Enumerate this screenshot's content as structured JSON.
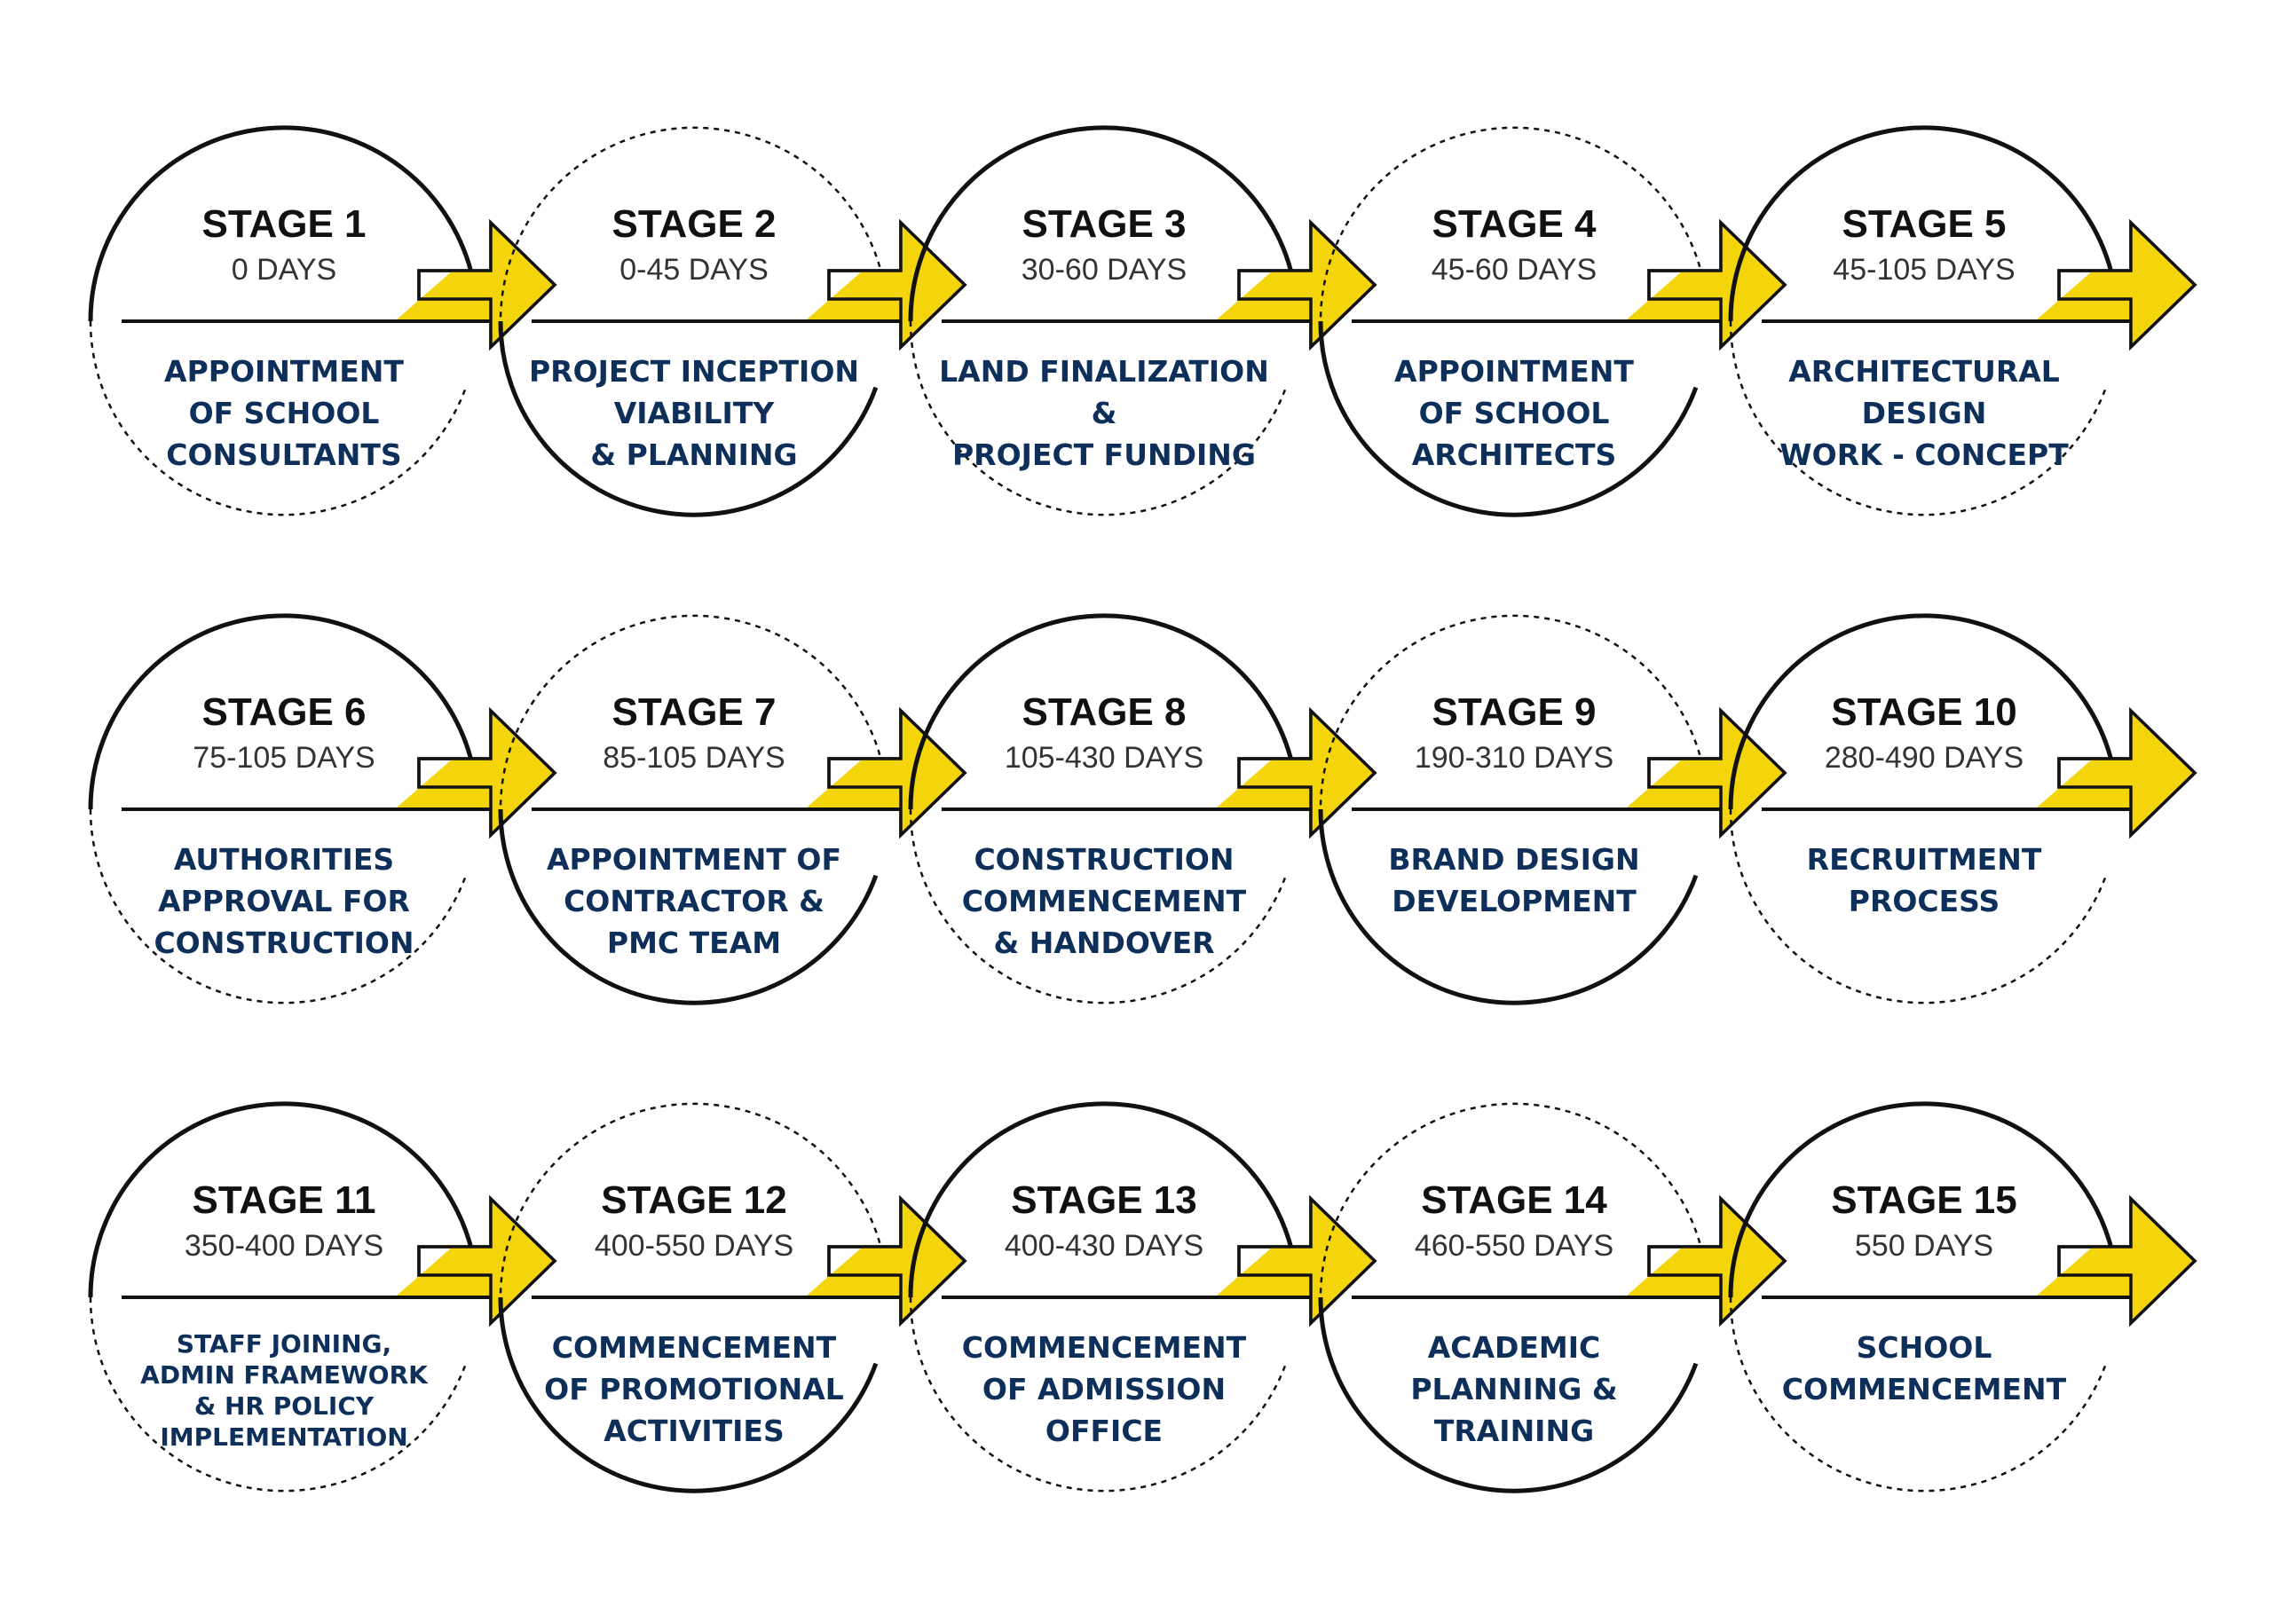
{
  "colors": {
    "ink": "#111111",
    "accent": "#f4d40b",
    "description": "#0d2f5a"
  },
  "stages": [
    {
      "title": "STAGE 1",
      "days": "0 DAYS",
      "description": [
        "APPOINTMENT",
        "OF SCHOOL",
        "CONSULTANTS"
      ]
    },
    {
      "title": "STAGE 2",
      "days": "0-45 DAYS",
      "description": [
        "PROJECT INCEPTION",
        "VIABILITY",
        "& PLANNING"
      ]
    },
    {
      "title": "STAGE 3",
      "days": "30-60 DAYS",
      "description": [
        "LAND FINALIZATION",
        "&",
        "PROJECT FUNDING"
      ]
    },
    {
      "title": "STAGE 4",
      "days": "45-60 DAYS",
      "description": [
        "APPOINTMENT",
        "OF SCHOOL",
        "ARCHITECTS"
      ]
    },
    {
      "title": "STAGE 5",
      "days": "45-105 DAYS",
      "description": [
        "ARCHITECTURAL",
        "DESIGN",
        "WORK - CONCEPT"
      ]
    },
    {
      "title": "STAGE 6",
      "days": "75-105 DAYS",
      "description": [
        "AUTHORITIES",
        "APPROVAL FOR",
        "CONSTRUCTION"
      ]
    },
    {
      "title": "STAGE 7",
      "days": "85-105 DAYS",
      "description": [
        "APPOINTMENT OF",
        "CONTRACTOR &",
        "PMC TEAM"
      ]
    },
    {
      "title": "STAGE 8",
      "days": "105-430 DAYS",
      "description": [
        "CONSTRUCTION",
        "COMMENCEMENT",
        "& HANDOVER"
      ]
    },
    {
      "title": "STAGE 9",
      "days": "190-310 DAYS",
      "description": [
        "BRAND DESIGN",
        "DEVELOPMENT"
      ]
    },
    {
      "title": "STAGE 10",
      "days": "280-490 DAYS",
      "description": [
        "RECRUITMENT",
        "PROCESS"
      ]
    },
    {
      "title": "STAGE 11",
      "days": "350-400 DAYS",
      "description": [
        "STAFF JOINING,",
        "ADMIN FRAMEWORK",
        "& HR POLICY",
        "IMPLEMENTATION"
      ]
    },
    {
      "title": "STAGE 12",
      "days": "400-550 DAYS",
      "description": [
        "COMMENCEMENT",
        "OF PROMOTIONAL",
        "ACTIVITIES"
      ]
    },
    {
      "title": "STAGE 13",
      "days": "400-430 DAYS",
      "description": [
        "COMMENCEMENT",
        "OF ADMISSION",
        "OFFICE"
      ]
    },
    {
      "title": "STAGE 14",
      "days": "460-550 DAYS",
      "description": [
        "ACADEMIC",
        "PLANNING &",
        "TRAINING"
      ]
    },
    {
      "title": "STAGE 15",
      "days": "550 DAYS",
      "description": [
        "SCHOOL",
        "COMMENCEMENT"
      ]
    }
  ]
}
